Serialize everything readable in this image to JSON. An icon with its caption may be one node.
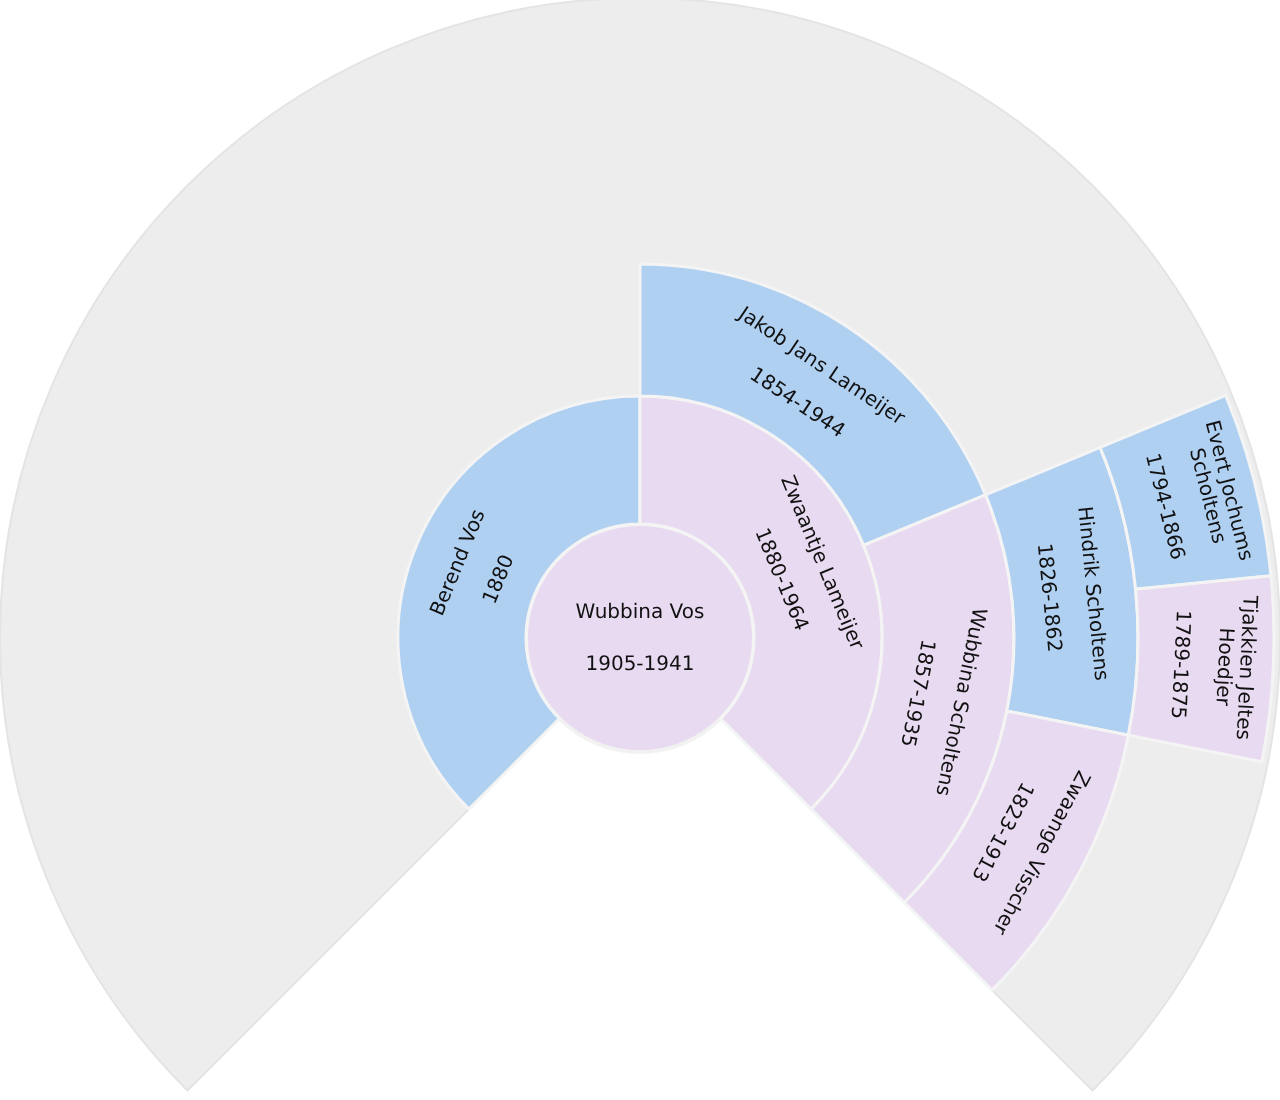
{
  "diagram": {
    "nodes": [
      {
        "text": [
          "Wubbina Vos",
          "1905-1941"
        ]
      },
      {
        "text": [
          "Berend Vos",
          "1880"
        ]
      },
      {
        "text": [
          "Zwaantje Lameijer",
          "1880-1964"
        ]
      },
      {
        "text": [
          "Jakob Jans Lameijer",
          "1854-1944"
        ]
      },
      {
        "text": [
          "Wubbina Scholtens",
          "1857-1935"
        ]
      },
      {
        "text": [
          "Hindrik Scholtens",
          "1826-1862"
        ]
      },
      {
        "text": [
          "Zwaange Visscher",
          "1823-1913"
        ]
      },
      {
        "text": [
          "Evert Jochums Scholtens",
          "1794-1866"
        ]
      },
      {
        "text": [
          "Tjakkien Jeltes Hoedjer",
          "1789-1875"
        ]
      }
    ]
  }
}
